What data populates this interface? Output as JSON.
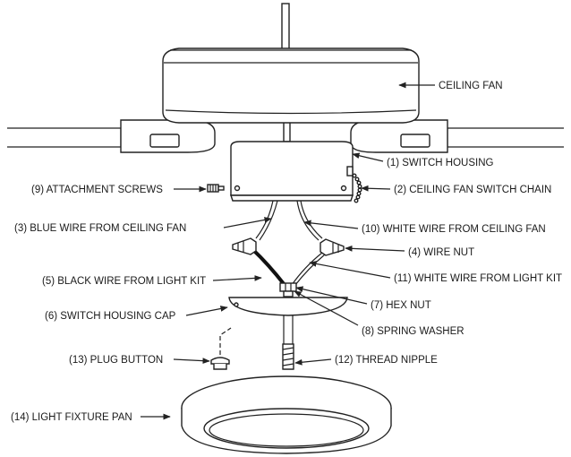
{
  "labels": {
    "ceiling_fan": "CEILING FAN",
    "switch_housing": "(1) SWITCH HOUSING",
    "switch_chain": "(2) CEILING FAN SWITCH CHAIN",
    "attachment_screws": "(9) ATTACHMENT SCREWS",
    "blue_wire": "(3) BLUE WIRE FROM CEILING FAN",
    "white_wire_fan": "(10) WHITE WIRE FROM CEILING FAN",
    "wire_nut": "(4) WIRE NUT",
    "black_wire_kit": "(5) BLACK WIRE FROM LIGHT KIT",
    "white_wire_kit": "(11) WHITE WIRE FROM LIGHT KIT",
    "switch_housing_cap": "(6) SWITCH HOUSING CAP",
    "hex_nut": "(7) HEX NUT",
    "spring_washer": "(8) SPRING WASHER",
    "plug_button": "(13) PLUG BUTTON",
    "thread_nipple": "(12) THREAD NIPPLE",
    "light_fixture_pan": "(14) LIGHT FIXTURE PAN"
  }
}
